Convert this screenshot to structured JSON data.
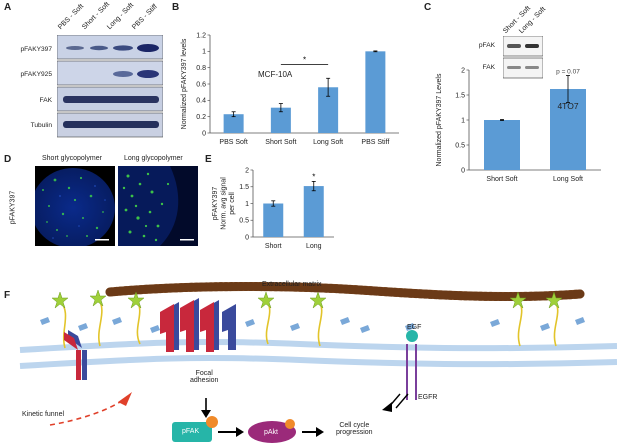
{
  "panels": {
    "A": "A",
    "B": "B",
    "C": "C",
    "D": "D",
    "E": "E",
    "F": "F"
  },
  "panel_a": {
    "lanes": [
      "PBS - Soft",
      "Short - Soft",
      "Long - Soft",
      "PBS - Stiff"
    ],
    "rows": [
      "pFAKY397",
      "pFAKY925",
      "FAK",
      "Tubulin"
    ]
  },
  "panel_c_blot": {
    "lanes": [
      "Short - Soft",
      "Long - Soft"
    ],
    "rows": [
      "pFAK",
      "FAK"
    ]
  },
  "panel_d": {
    "titles": [
      "Short glycopolymer",
      "Long glycopolymer"
    ],
    "ylabel": "pFAKY397"
  },
  "panel_f": {
    "ecm": "Extracellular matrix",
    "egf": "EGF",
    "egfr": "EGFR",
    "focal": "Focal\nadhesion",
    "kinetic": "Kinetic funnel",
    "pfak": "pFAK",
    "pakt": "pAkt",
    "outcome": "Cell cycle\nprogression"
  },
  "colors": {
    "bar": "#5b9bd5",
    "membrane": "#a9c8e8",
    "ecm": "#a0683a",
    "integrin_red": "#c8283c",
    "integrin_blue": "#3a4a9c",
    "pfak": "#26b5a8",
    "pakt": "#9b2a7a",
    "egfr": "#7a3f9c"
  },
  "chart_data": [
    {
      "panel": "B",
      "type": "bar",
      "categories": [
        "PBS Soft",
        "Short Soft",
        "Long Soft",
        "PBS Stiff"
      ],
      "values": [
        0.23,
        0.31,
        0.56,
        1.0
      ],
      "errors": [
        0.03,
        0.05,
        0.11,
        0.005
      ],
      "ylabel": "Normalized pFAKY397 levels",
      "ylim": [
        0,
        1.2
      ],
      "yticks": [
        "0",
        "0.2",
        "0.4",
        "0.6",
        "0.8",
        "1",
        "1.2"
      ],
      "annotation": "MCF-10A",
      "significance": "*"
    },
    {
      "panel": "C",
      "type": "bar",
      "categories": [
        "Short Soft",
        "Long Soft"
      ],
      "values": [
        1.0,
        1.62
      ],
      "errors": [
        0.01,
        0.27
      ],
      "ylabel": "Normalized pFAKY397 Levels",
      "ylim": [
        0,
        2
      ],
      "yticks": [
        "0",
        "0.5",
        "1",
        "1.5",
        "2"
      ],
      "annotation": "4TO7",
      "pvalue": "p = 0.07"
    },
    {
      "panel": "E",
      "type": "bar",
      "categories": [
        "Short",
        "Long"
      ],
      "values": [
        1.0,
        1.52
      ],
      "errors": [
        0.08,
        0.14
      ],
      "ylabel": "pFAKY397\nNorm. avg signal\nper cell",
      "ylim": [
        0,
        2
      ],
      "yticks": [
        "0",
        "0.5",
        "1",
        "1.5",
        "2"
      ],
      "significance": "*"
    }
  ]
}
